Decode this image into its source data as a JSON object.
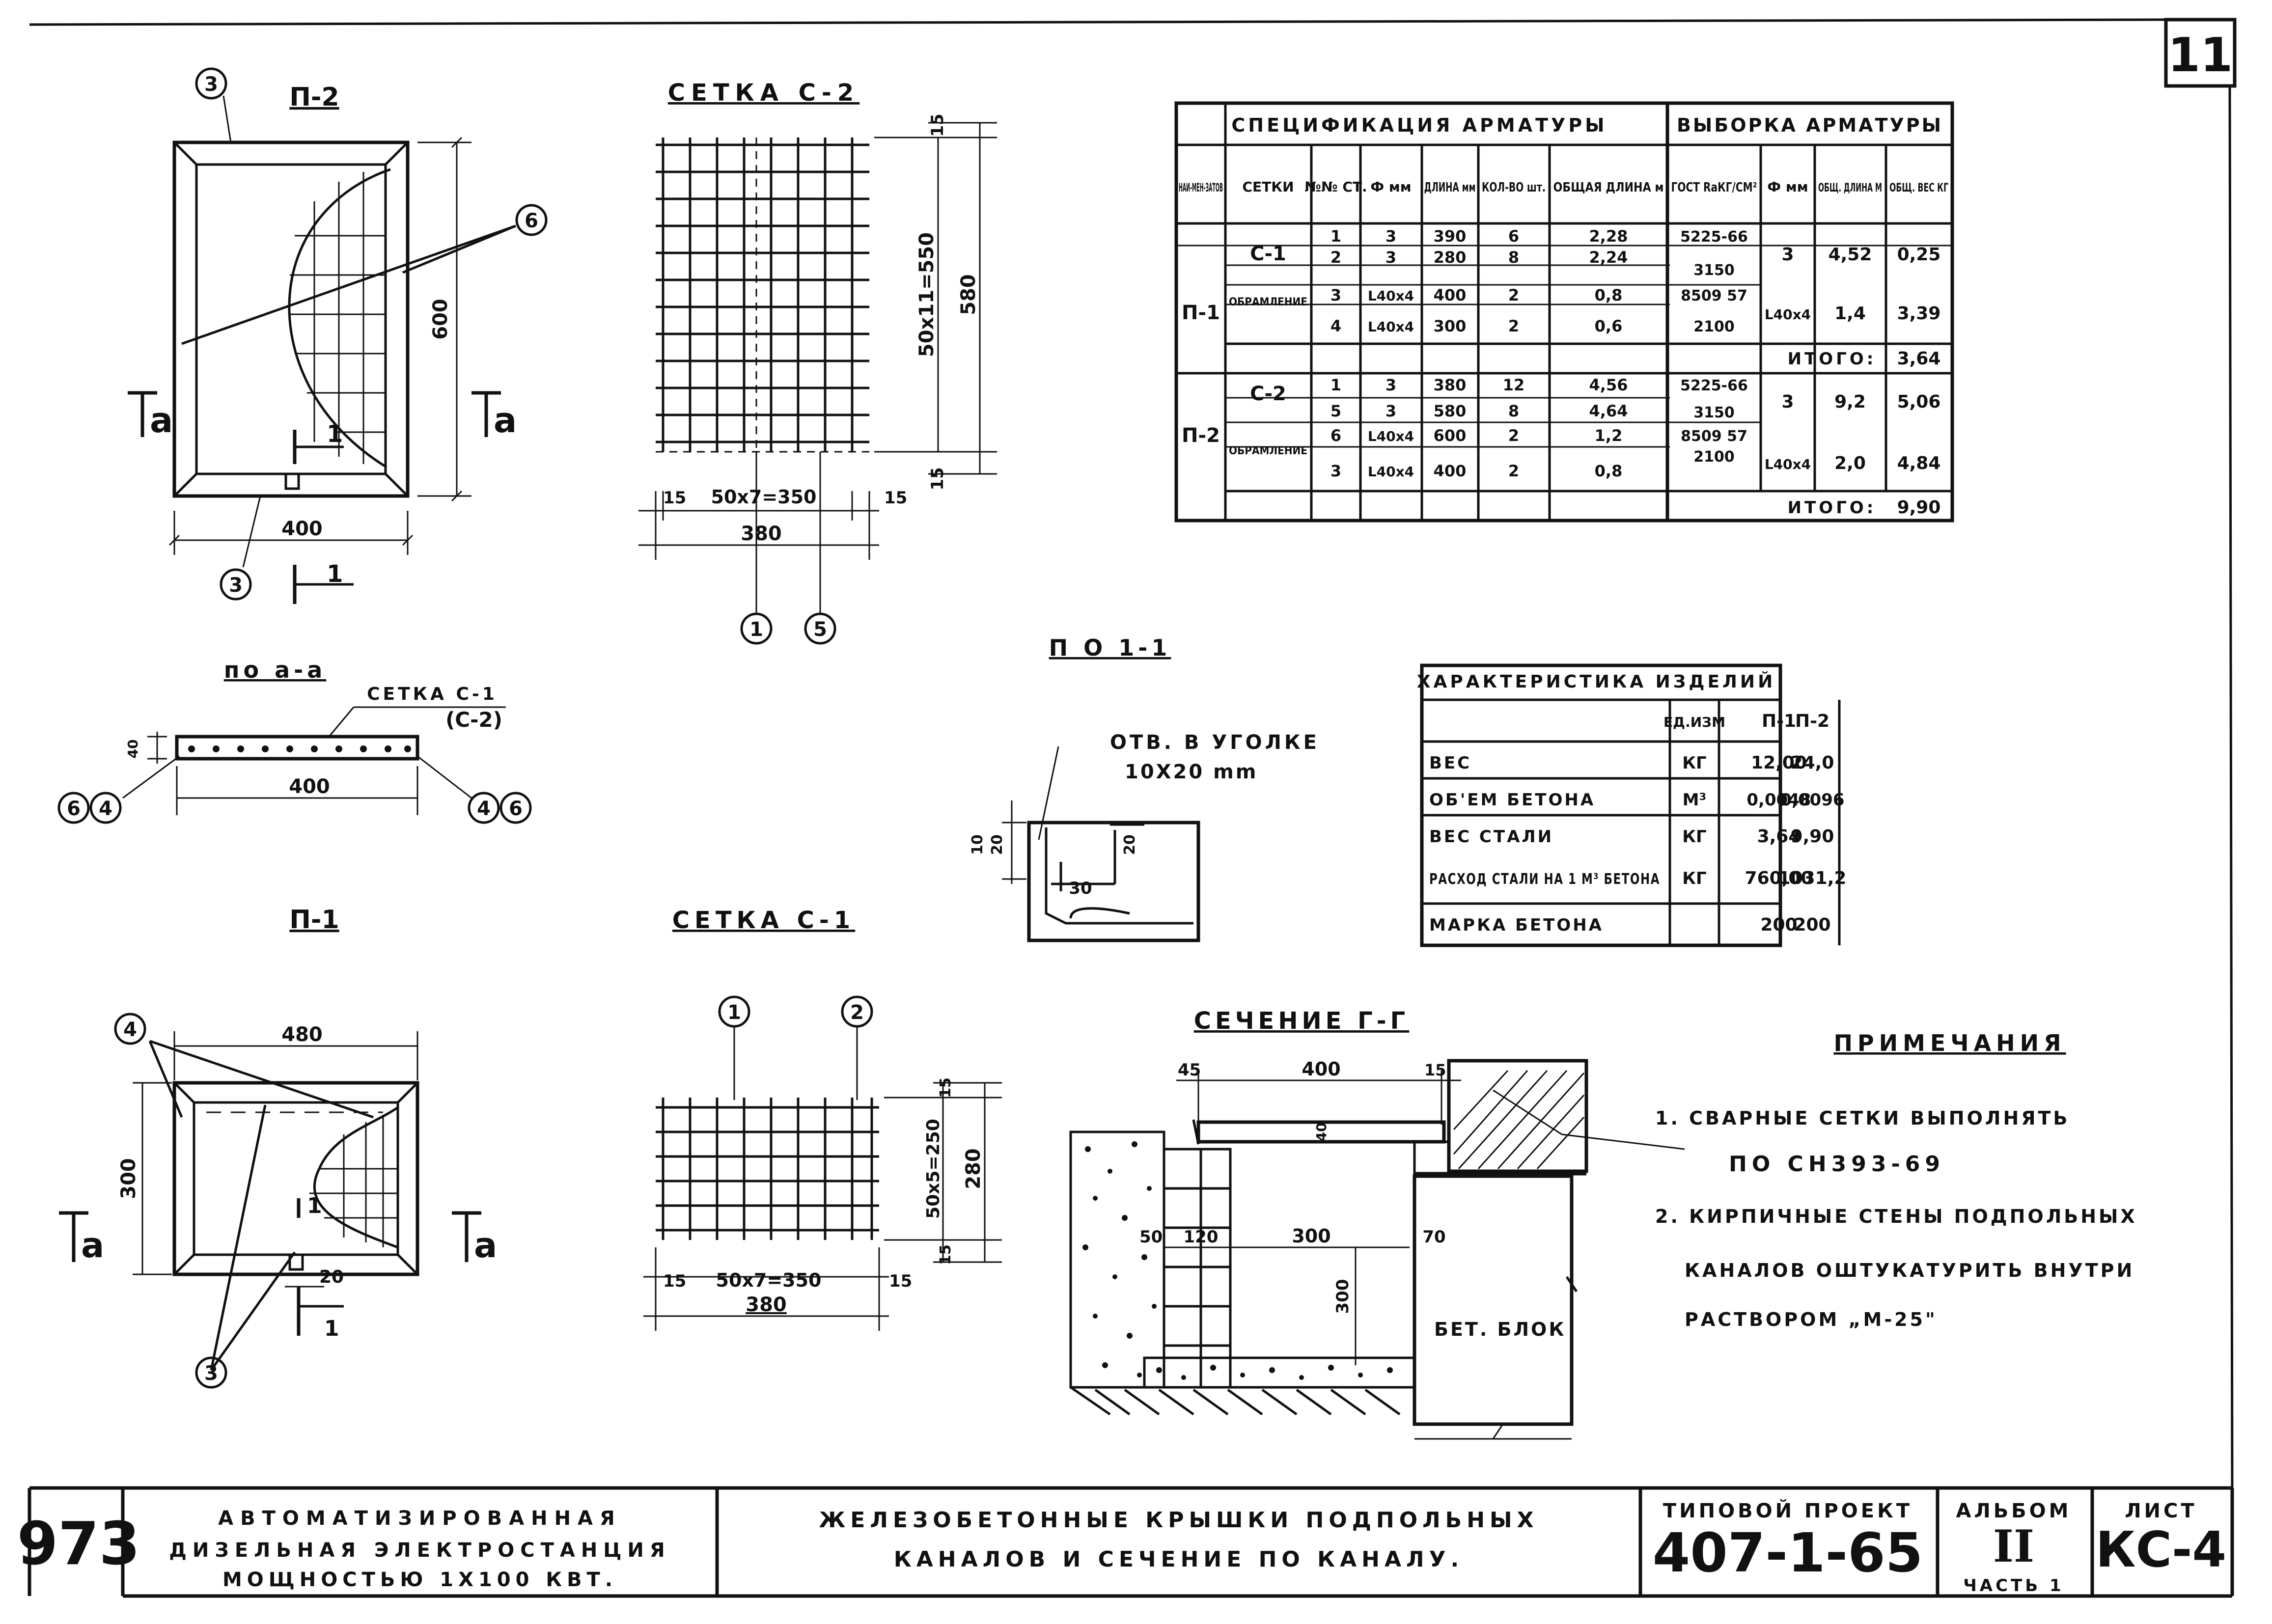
{
  "sheet": {
    "corner_number": "11"
  },
  "labels": {
    "p2": "П-2",
    "p1": "П-1",
    "setka_c2": "СЕТКА С-2",
    "setka_c1": "СЕТКА С-1",
    "po_a_a": "по а-а",
    "setka_c1_ref": "СЕТКА С-1",
    "setka_c2_ref": "(С-2)",
    "po_1_1": "П О 1-1",
    "hole_note_1": "ОТВ. В УГОЛКЕ",
    "hole_note_2": "10Х20 mm",
    "section_gg": "СЕЧЕНИЕ Г-Г",
    "bet_blok": "БЕТ. БЛОК",
    "cut_a": "а",
    "cut_1": "1"
  },
  "dims": {
    "p2_width": "400",
    "p2_height": "600",
    "c2_top": "15",
    "c2_mid": "50х11=550",
    "c2_bot": "15",
    "c2_total": "580",
    "c2_left": "15",
    "c2_span": "50х7=350",
    "c2_right": "15",
    "c2_width": "380",
    "aa_thick": "40",
    "aa_width": "400",
    "p1_width": "480",
    "p1_height": "300",
    "p1_small": "20",
    "c1_top": "15",
    "c1_mid": "50х5=250",
    "c1_bot": "15",
    "c1_total": "280",
    "c1_left": "15",
    "c1_span": "50х7=350",
    "c1_right": "15",
    "c1_width": "380",
    "d11_h": "10",
    "d11_w": "20",
    "d11_a": "20",
    "d11_b": "30",
    "gg_45": "45",
    "gg_400": "400",
    "gg_15": "15",
    "gg_40": "40",
    "gg_50": "50",
    "gg_120": "120",
    "gg_300w": "300",
    "gg_70": "70",
    "gg_300h": "300"
  },
  "callouts": {
    "p2_top": "3",
    "p2_bottom": "3",
    "p2_right": "6",
    "c2_left": "1",
    "c2_right": "5",
    "aa_left_a": "6",
    "aa_left_b": "4",
    "aa_right_a": "4",
    "aa_right_b": "6",
    "p1_top": "4",
    "p1_bottom": "3",
    "c1_left": "1",
    "c1_right": "2"
  },
  "spec_table": {
    "title_left": "СПЕЦИФИКАЦИЯ АРМАТУРЫ",
    "title_right": "ВЫБОРКА АРМАТУРЫ",
    "headers": [
      "НАИ-МЕН-ЗАТОВ",
      "СЕТКИ",
      "№№ СТ.",
      "Ф мм",
      "ДЛИНА мм",
      "КОЛ-ВО шт.",
      "ОБЩАЯ ДЛИНА м",
      "ГОСТ RаКГ/СМ²",
      "Ф мм",
      "ОБЩ. ДЛИНА М",
      "ОБЩ. ВЕС КГ"
    ],
    "rows": [
      {
        "item": "П-1",
        "net": "С-1",
        "no": "1",
        "d": "3",
        "len": "390",
        "qty": "6",
        "total": "2,28",
        "gost": "5225-66",
        "sel_d": "3",
        "sel_len": "4,52",
        "sel_w": "0,25"
      },
      {
        "item": "",
        "net": "",
        "no": "2",
        "d": "3",
        "len": "280",
        "qty": "8",
        "total": "2,24",
        "gost": "3150",
        "sel_d": "",
        "sel_len": "",
        "sel_w": ""
      },
      {
        "item": "",
        "net": "ОБРАМЛЕНИЕ",
        "no": "3",
        "d": "L40х4",
        "len": "400",
        "qty": "2",
        "total": "0,8",
        "gost": "8509 57",
        "sel_d": "L40х4",
        "sel_len": "1,4",
        "sel_w": "3,39"
      },
      {
        "item": "",
        "net": "",
        "no": "4",
        "d": "L40х4",
        "len": "300",
        "qty": "2",
        "total": "0,6",
        "gost": "2100",
        "sel_d": "",
        "sel_len": "",
        "sel_w": ""
      },
      {
        "item": "П-2",
        "net": "С-2",
        "no": "1",
        "d": "3",
        "len": "380",
        "qty": "12",
        "total": "4,56",
        "gost": "5225-66",
        "sel_d": "3",
        "sel_len": "9,2",
        "sel_w": "5,06"
      },
      {
        "item": "",
        "net": "",
        "no": "5",
        "d": "3",
        "len": "580",
        "qty": "8",
        "total": "4,64",
        "gost": "3150",
        "sel_d": "",
        "sel_len": "",
        "sel_w": ""
      },
      {
        "item": "",
        "net": "ОБРАМЛЕНИЕ",
        "no": "6",
        "d": "L40х4",
        "len": "600",
        "qty": "2",
        "total": "1,2",
        "gost": "8509 57",
        "sel_d": "L40х4",
        "sel_len": "2,0",
        "sel_w": "4,84"
      },
      {
        "item": "",
        "net": "",
        "no": "3",
        "d": "L40х4",
        "len": "400",
        "qty": "2",
        "total": "0,8",
        "gost": "2100",
        "sel_d": "",
        "sel_len": "",
        "sel_w": ""
      }
    ],
    "total1_label": "ИТОГО:",
    "total1": "3,64",
    "total2_label": "ИТОГО:",
    "total2": "9,90"
  },
  "char_table": {
    "title": "ХАРАКТЕРИСТИКА ИЗДЕЛИЙ",
    "headers": [
      "",
      "ЕД.ИЗМ",
      "П-1",
      "П-2"
    ],
    "rows": [
      [
        "ВЕС",
        "КГ",
        "12,00",
        "24,0"
      ],
      [
        "ОБ'ЕМ БЕТОНА",
        "М³",
        "0,0048",
        "0,0096"
      ],
      [
        "ВЕС СТАЛИ",
        "КГ",
        "3,64",
        "9,90"
      ],
      [
        "РАСХОД СТАЛИ НА 1 М³ БЕТОНА",
        "КГ",
        "760,00",
        "1031,2"
      ],
      [
        "МАРКА БЕТОНА",
        "",
        "200",
        "200"
      ]
    ]
  },
  "notes": {
    "title": "ПРИМЕЧАНИЯ",
    "n1a": "1. СВАРНЫЕ СЕТКИ ВЫПОЛНЯТЬ",
    "n1b": "ПО СН393-69",
    "n2a": "2. КИРПИЧНЫЕ СТЕНЫ ПОДПОЛЬНЫХ",
    "n2b": "КАНАЛОВ ОШТУКАТУРИТЬ ВНУТРИ",
    "n2c": "РАСТВОРОМ „М-25\""
  },
  "title_block": {
    "code": "973",
    "project_1": "АВТОМАТИЗИРОВАННАЯ",
    "project_2": "ДИЗЕЛЬНАЯ ЭЛЕКТРОСТАНЦИЯ",
    "project_3": "МОЩНОСТЬЮ 1Х100 КВТ.",
    "drawing_1": "ЖЕЛЕЗОБЕТОННЫЕ КРЫШКИ ПОДПОЛЬНЫХ",
    "drawing_2": "КАНАЛОВ И СЕЧЕНИЕ ПО КАНАЛУ.",
    "typical_label": "ТИПОВОЙ ПРОЕКТ",
    "typical_value": "407-1-65",
    "album_label": "АЛЬБОМ",
    "album_value": "II",
    "part_label": "ЧАСТЬ 1",
    "sheet_label": "ЛИСТ",
    "sheet_value": "КС-4"
  }
}
